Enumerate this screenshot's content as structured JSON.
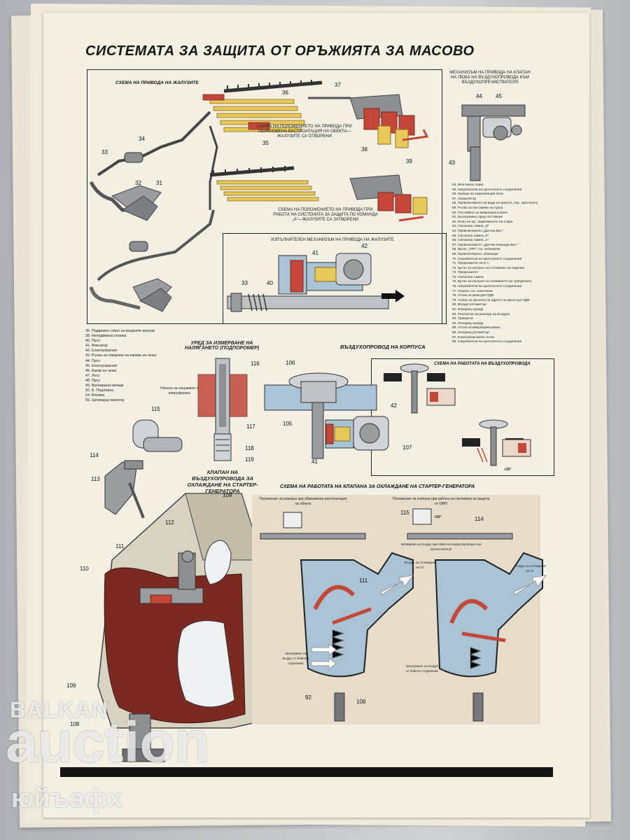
{
  "poster": {
    "title": "СИСТЕМАТА ЗА ЗАЩИТА ОТ ОРЪЖИЯТА ЗА МАСОВО",
    "diagrams": {
      "louver_drive": "СХЕМА НА ПРИВОДА НА ЖАЛУЗИТЕ",
      "position_open": "СХЕМА НА ПОЛОЖЕНИЕТО НА ПРИВОДА ПРИ ОБИКНОВЕНА ЕКСПЛОАТАЦИЯ НА ОБЕКТА—ЖАЛУЗИТЕ СА ОТВОРЕНИ",
      "position_closed": "СХЕМА НА ПОЛОЖЕНИЕТО НА ПРИВОДА ПРИ РАБОТА НА СИСТЕМАТА ЗА ЗАЩИТА ПО КОМАНДА „А“—ЖАЛУЗИТЕ СА ЗАТВОРЕНИ",
      "actuator": "ИЗПЪЛНИТЕЛЕН МЕХАНИЗЪМ НА ПРИВОДА НА ЖАЛУЗИТЕ",
      "valve_mechanism": "МЕХАНИЗЪМ НА ПРИВОДА НА КЛАПАН НА ЛЮКА НА ВЪЗДУХОПРОВОДА КЪМ ВЪЗДУХОПРЕЧИСТВАТЕЛЯ",
      "pressure_device": "УРЕД ЗА ИЗМЕРВАНЕ НА НАЛЯГАНЕТО (ПОДПОРОМЕР)",
      "hull_duct": "ВЪЗДУХОПРОВОД НА КОРПУСА",
      "duct_scheme": "СХЕМА НА РАБОТАТА НА ВЪЗДУХОПРОВОДА",
      "starter_valve": "КЛАПАН НА ВЪЗДУХОПРОВОДА ЗА ОХЛАЖДАНЕ НА СТАРТЕР-ГЕНЕРАТОРА",
      "starter_scheme": "СХЕМА НА РАБОТАТА НА КЛАПАНА ЗА ОХЛАЖДАНЕ НА СТАРТЕР-ГЕНЕРАТОРА"
    },
    "small_labels": {
      "inlet": "Начало на свързване с атмосферата",
      "pos_normal": "Положение на клапана при обикновена експлоатация на обекта",
      "pos_system": "Положение на клапана при работа на системата за защита от ОМП",
      "closing_hatch": "Затваряне на въздух при люка на въздухопровода към пречиствателя",
      "air_cooling_1": "Въздух за охлаждане на СГ",
      "air_cooling_2": "Въздух за охлаждане на СГ",
      "air_closing": "Засмукване на въздух от бойното отделение",
      "air_closing_2": "Засмукване на въздух от бойното отделение",
      "temp": "+25°",
      "temp2": "+26°"
    },
    "numbers_top": [
      "36",
      "37",
      "35",
      "34",
      "33",
      "32",
      "31",
      "38",
      "39",
      "44",
      "45",
      "43",
      "41",
      "42",
      "33",
      "40"
    ],
    "numbers_mid": [
      "116",
      "117",
      "118",
      "119",
      "106",
      "105",
      "42",
      "107",
      "41"
    ],
    "numbers_low": [
      "115",
      "114",
      "113",
      "109",
      "112",
      "111",
      "110",
      "109",
      "108",
      "115",
      "114",
      "111",
      "92",
      "108"
    ],
    "legend_left": [
      "36. Подвижен ствол на входните жалузи",
      "38. Неподвижна планка",
      "40. Прът",
      "41. Фиксатор",
      "42. Електромагнит",
      "43. Ръчка за отваряне на капака на люка",
      "44. Прът",
      "45. Електромагнит",
      "46. Капак на люка",
      "47. Лост",
      "48. Прът",
      "49. Бронирани капаци",
      "50. Б. Подложка",
      "54. Вложка",
      "55. Цилиндър ежектор"
    ],
    "legend_right": [
      "54. Монтажна глава",
      "55. Нагреватели на щепселното съединение",
      "56. Капаци на закрепващия блок",
      "57. Акумулатор",
      "58. Превключвател на вида на работа „Упр. орка Контролъ“",
      "59. Ръчка за поставяне на пуска",
      "60. Поставяне на микропрекъсвачи",
      "61. Ексклузивно пред поставяне",
      "62. Ключ на бр. закрепвачите на совре",
      "63. Сигнална лампа „О“",
      "64. Превключвател „Датчик Вкл.“",
      "65. Сигнална лампа „Р“",
      "66. Сигнална лампа „А“",
      "67. Превключвател „Датчик Команда Вкл.“",
      "68. Бутон „ОРА“ със затворени",
      "69. Превключвател „Команда“",
      "70. Нагреватели на щепселното съединение",
      "71. Предпазител на 5 А",
      "72. Бутон за контрол на стопяване на изделие",
      "73. Предпазител",
      "74. Сигнална лампа",
      "75. Бутон за контрол на спояването на трабуючата",
      "76. Нагреватели на щепселното съединение",
      "77. Патрон със сонически",
      "78. Отсек на фонгура ПДФ",
      "79. Скоба на бронята на ядрото на филтъра ПДФ",
      "80. Вградо ротаметър",
      "81. Изходящ шушур",
      "82. Регулатор на разхода на въздуха",
      "83. Трабуюча",
      "84. Изходящ шушур",
      "85. Отсек на микропрекъсвача",
      "86. Изходящ ротаметър",
      "87. Електромагнитен отсек",
      "88. Нагреватели на щепселното съединение"
    ]
  },
  "watermark": {
    "brand": "BALKAN",
    "word": "auction",
    "sub": "юйъэфх"
  },
  "colors": {
    "paper": "#f3efe3",
    "red": "#c4473a",
    "yellow": "#e6c95a",
    "blue": "#a9c3d4",
    "gray": "#8d8f93",
    "dark_red": "#7a2a22"
  }
}
